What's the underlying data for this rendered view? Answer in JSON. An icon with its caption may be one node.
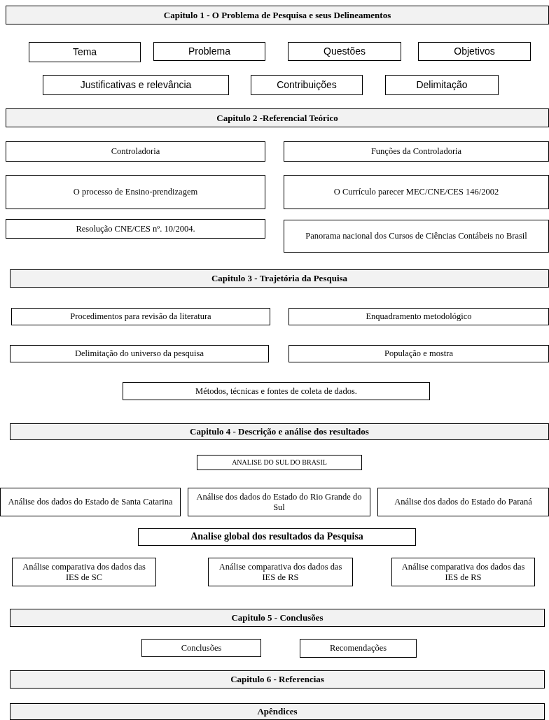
{
  "diagram": {
    "nodes": [
      {
        "text": [
          "Capitulo 1 - O Problema de Pesquisa e seus Delineamentos"
        ]
      },
      {
        "text": [
          "Tema"
        ]
      },
      {
        "text": [
          "Problema"
        ]
      },
      {
        "text": [
          "Questões"
        ]
      },
      {
        "text": [
          "Objetivos"
        ]
      },
      {
        "text": [
          "Justificativas e relevância"
        ]
      },
      {
        "text": [
          "Contribuições"
        ]
      },
      {
        "text": [
          "Delimitação"
        ]
      },
      {
        "text": [
          "Capitulo 2 -Referencial Teórico"
        ]
      },
      {
        "text": [
          "Controladoria"
        ]
      },
      {
        "text": [
          "Funções da Controladoria"
        ]
      },
      {
        "text": [
          "O processo de Ensino-prendizagem"
        ]
      },
      {
        "text": [
          "O Currículo parecer MEC/CNE/CES 146/2002"
        ]
      },
      {
        "text": [
          "Resolução CNE/CES nº. 10/2004."
        ]
      },
      {
        "text": [
          "Panorama nacional dos Cursos de Ciências Contábeis no Brasil"
        ]
      },
      {
        "text": [
          "Capitulo 3 - Trajetória da Pesquisa"
        ]
      },
      {
        "text": [
          "Procedimentos para revisão da literatura"
        ]
      },
      {
        "text": [
          "Enquadramento metodológico"
        ]
      },
      {
        "text": [
          "Delimitação do universo da pesquisa"
        ]
      },
      {
        "text": [
          "População e mostra"
        ]
      },
      {
        "text": [
          "Métodos, técnicas e fontes de coleta de dados."
        ]
      },
      {
        "text": [
          "Capitulo 4 - Descrição e análise dos resultados"
        ]
      },
      {
        "text": [
          "ANALISE DO SUL DO BRASIL"
        ]
      },
      {
        "text": [
          "Análise dos dados do Estado de Santa Catarina"
        ]
      },
      {
        "text": [
          "Análise dos dados do Estado do Rio Grande do Sul"
        ]
      },
      {
        "text": [
          "Análise dos dados do Estado do Paraná"
        ]
      },
      {
        "text": [
          "Analise global dos resultados da Pesquisa"
        ]
      },
      {
        "text": [
          "Análise comparativa dos dados das IES de SC"
        ]
      },
      {
        "text": [
          "Análise comparativa dos dados das IES de RS"
        ]
      },
      {
        "text": [
          "Análise comparativa dos dados das IES de RS"
        ]
      },
      {
        "text": [
          "Capitulo 5 - Conclusões"
        ]
      },
      {
        "text": [
          "Conclusões"
        ]
      },
      {
        "text": [
          "Recomendações"
        ]
      },
      {
        "text": [
          "Capitulo 6 - Referencias"
        ]
      },
      {
        "text": [
          "Apêndices"
        ]
      }
    ]
  }
}
